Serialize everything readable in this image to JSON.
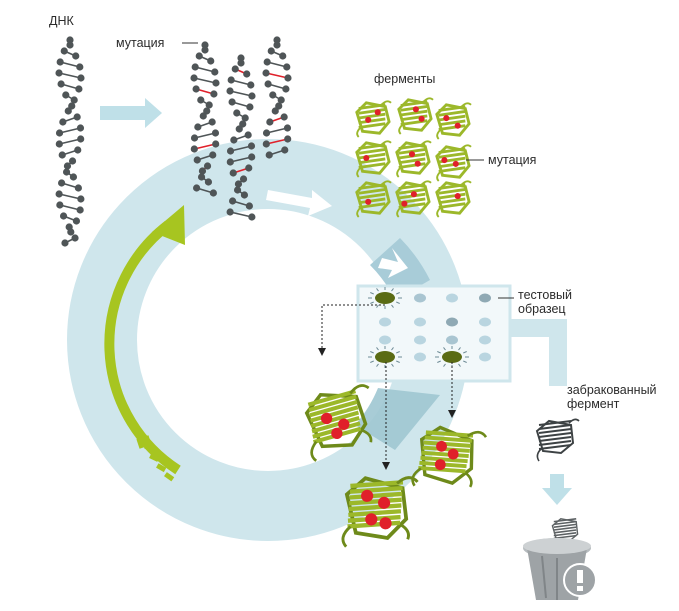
{
  "labels": {
    "dna": "ДНК",
    "mutation_top": "мутация",
    "enzymes": "ферменты",
    "mutation_enzymes": "мутация",
    "test_sample_line1": "тестовый",
    "test_sample_line2": "образец",
    "rejected_line1": "забракованный",
    "rejected_line2": "фермент"
  },
  "colors": {
    "cycle_ring": "#cfe6ec",
    "cycle_ring_dark": "#9fc6d2",
    "arrow_light": "#bfe0e8",
    "dna_strand": "#4f5557",
    "mutation_red": "#e0202a",
    "enzyme_green": "#9cb82a",
    "enzyme_dark": "#6e8a1a",
    "cycle_arrow": "#a7c520",
    "plate_bg": "#f2f8fa",
    "well_blue": "#b9d5e0",
    "well_dark": "#8fa9b4",
    "positive_well": "#5a6b14",
    "trash_grey": "#8e9396"
  },
  "icons": [
    "dna-helix-icon",
    "enzyme-icon",
    "mutation-dot-icon",
    "test-plate-icon",
    "trash-bin-icon",
    "cycle-arrow-icon"
  ]
}
